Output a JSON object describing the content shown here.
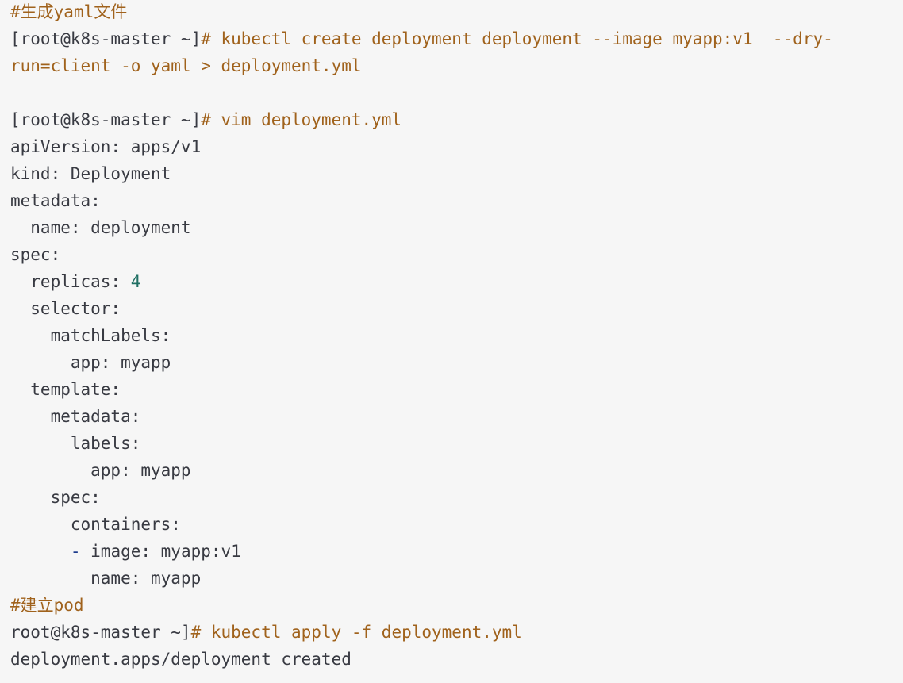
{
  "code": {
    "comment1": "#生成yaml文件",
    "prompt1": "[root@k8s-master ~]",
    "cmd1a": "# kubectl create deployment deployment --image myapp:v1  --dry-",
    "cmd1b": "run=client -o yaml > deployment.yml",
    "prompt2": "[root@k8s-master ~]",
    "cmd2": "# vim deployment.yml",
    "yaml": {
      "l1": "apiVersion: apps/v1",
      "l2": "kind: Deployment",
      "l3": "metadata:",
      "l4": "  name: deployment",
      "l5": "spec:",
      "l6_key": "  replicas: ",
      "l6_val": "4",
      "l7": "  selector:",
      "l8": "    matchLabels:",
      "l9": "      app: myapp",
      "l10": "  template:",
      "l11": "    metadata:",
      "l12": "      labels:",
      "l13": "        app: myapp",
      "l14": "    spec:",
      "l15": "      containers:",
      "l16_indent": "      ",
      "l16_dash": "-",
      "l16_rest": " image: myapp:v1",
      "l17": "        name: myapp"
    },
    "comment2": "#建立pod",
    "prompt3": "root@k8s-master ~]",
    "cmd3": "# kubectl apply -f deployment.yml",
    "output": "deployment.apps/deployment created"
  },
  "colors": {
    "background": "#f6f6f6",
    "text": "#383a42",
    "command": "#a0621c",
    "number": "#1f6f63",
    "list_dash": "#1b3a8c"
  }
}
